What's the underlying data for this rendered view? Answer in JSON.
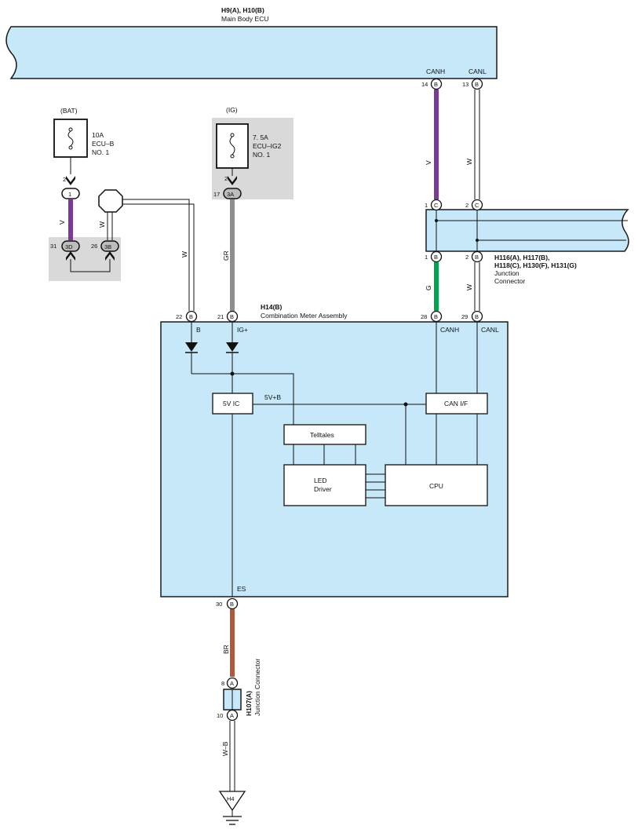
{
  "colors": {
    "box_fill": "#c6e8f8",
    "violet": "#7b3a96",
    "gray_wire": "#8e8e8e",
    "green": "#00a550",
    "brown": "#b05a3c",
    "shade": "#d9d9d9"
  },
  "ecu": {
    "code": "H9(A), H10(B)",
    "name": "Main Body ECU",
    "canh": "CANH",
    "canl": "CANL",
    "pin_canh": "14",
    "pin_canl": "13",
    "conn": "B"
  },
  "bat": {
    "label": "(BAT)",
    "rating": "10A",
    "name": "ECU–B",
    "no": "NO. 1",
    "pin": "2",
    "jc_pin": "1",
    "wire": "V",
    "pin_a": "31",
    "conn_a": "3D",
    "pin_b": "26",
    "conn_b": "3B",
    "wire_w": "W"
  },
  "ig": {
    "label": "(IG)",
    "rating": "7. 5A",
    "name": "ECU–IG2",
    "no": "NO. 1",
    "pin": "2",
    "pin_out": "17",
    "conn": "3A",
    "wire": "GR"
  },
  "wires": {
    "v_top": "V",
    "w_top": "W",
    "w_left": "W",
    "g": "G",
    "w_mid": "W",
    "br": "BR",
    "wb": "W–B"
  },
  "jc_can": {
    "codes_line1": "H116(A), H117(B),",
    "codes_line2": "H118(C), H130(F), H131(G)",
    "name1": "Junction",
    "name2": "Connector",
    "pin1c": "1",
    "pin2c": "2",
    "connc": "C",
    "pin1b": "1",
    "pin2b": "2",
    "connb": "B"
  },
  "meter": {
    "code": "H14(B)",
    "name": "Combination Meter Assembly",
    "pin_b": "22",
    "pin_ig": "21",
    "pin_canh": "28",
    "pin_canl": "29",
    "pin_es": "30",
    "conn": "B",
    "lbl_b": "B",
    "lbl_ig": "IG+",
    "lbl_canh": "CANH",
    "lbl_canl": "CANL",
    "lbl_es": "ES",
    "ic": "5V IC",
    "rail": "5V+B",
    "canif": "CAN I/F",
    "telltales": "Telltales",
    "led1": "LED",
    "led2": "Driver",
    "cpu": "CPU"
  },
  "jc_bottom": {
    "code": "H107(A)",
    "name": "Junction Connector",
    "pin_top": "8",
    "pin_bot": "10",
    "conn": "A"
  },
  "ground": {
    "label": "H4"
  }
}
